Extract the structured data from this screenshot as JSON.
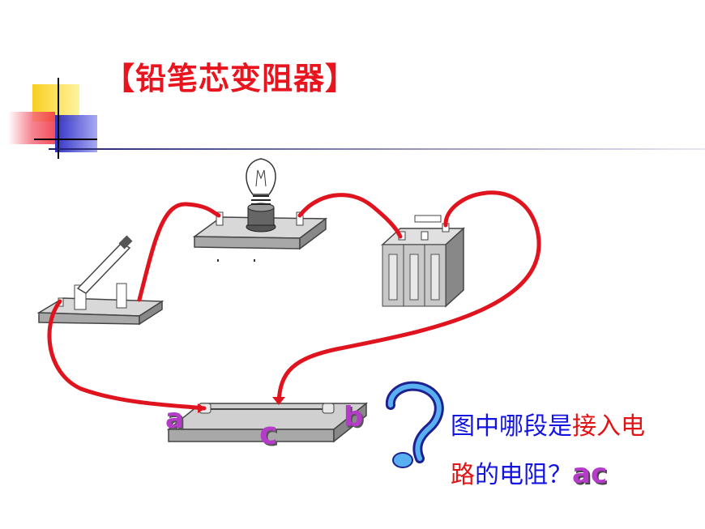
{
  "slide": {
    "title": "【铅笔芯变阻器】",
    "labels": {
      "a": "a",
      "b": "b",
      "c": "c"
    },
    "question": {
      "line1_blue": "图中哪段是",
      "line1_red": "接入电",
      "line2_red": "路",
      "line2_blue": "的电阻？",
      "answer": "ac"
    }
  },
  "colors": {
    "title": "#e8141e",
    "wire": "#e0141e",
    "question_blue": "#1414e0",
    "question_red": "#e01414",
    "label_purple": "#b43cc8",
    "deco_yellow": "#f8d020",
    "deco_blue": "#2020c8",
    "deco_red": "#f04050"
  }
}
